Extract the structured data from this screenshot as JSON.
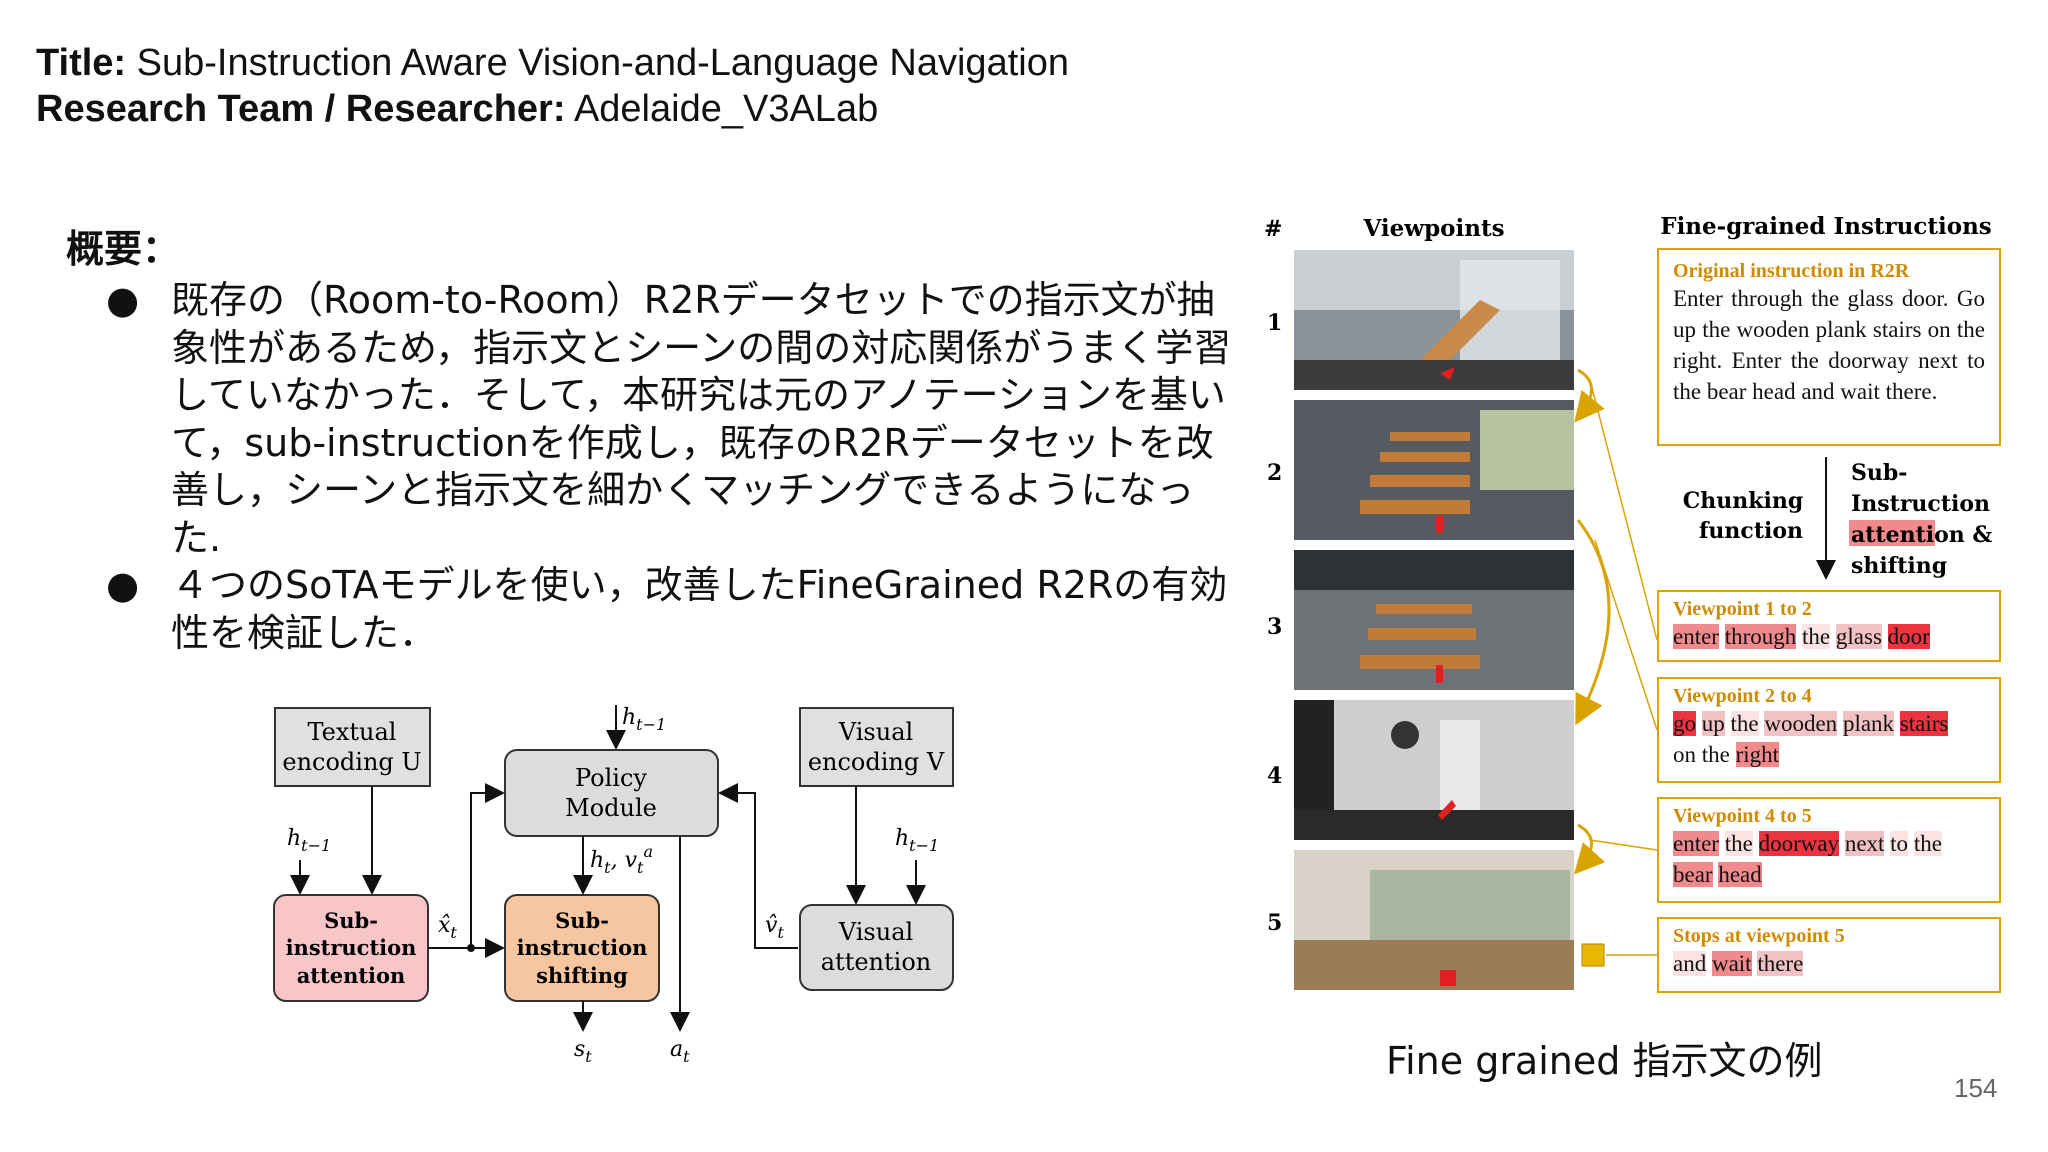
{
  "header": {
    "title_label": "Title:",
    "title_value": " Sub-Instruction Aware Vision-and-Language Navigation",
    "team_label": "Research Team / Researcher:",
    "team_value": " Adelaide_V3ALab"
  },
  "summary": {
    "heading": "概要：",
    "bullets": [
      "既存の（Room-to-Room）R2Rデータセットでの指示文が抽象性があるため，指示文とシーンの間の対応関係がうまく学習していなかった．そして，本研究は元のアノテーションを基いて，sub-instructionを作成し，既存のR2Rデータセットを改善し，シーンと指示文を細かくマッチングできるようになった.",
      "４つのSoTAモデルを使い，改善したFineGrained R2Rの有効性を検証した．"
    ]
  },
  "diagram": {
    "textual_encoding": [
      "Textual",
      "encoding U"
    ],
    "policy_module": [
      "Policy",
      "Module"
    ],
    "visual_encoding": [
      "Visual",
      "encoding V"
    ],
    "sub_attention": [
      "Sub-",
      "instruction",
      "attention"
    ],
    "sub_shifting": [
      "Sub-",
      "instruction",
      "shifting"
    ],
    "visual_attention": [
      "Visual",
      "attention"
    ],
    "h_prev": "h",
    "h_prev_sub": "t−1",
    "x_hat": "x̂",
    "v_hat": "v̂",
    "h_v": "h",
    "s_out": "s",
    "a_out": "a",
    "t_sub": "t"
  },
  "figure": {
    "hash_header": "#",
    "viewpoints_header": "Viewpoints",
    "instructions_header": "Fine-grained Instructions",
    "viewpoint_numbers": [
      "1",
      "2",
      "3",
      "4",
      "5"
    ],
    "original_title": "Original instruction in R2R",
    "original_text": "Enter through the glass door. Go up the wooden plank stairs on the right. Enter the doorway next to the bear head and wait there.",
    "chunking_label": [
      "Chunking",
      "function"
    ],
    "sub_label": [
      "Sub-",
      "Instruction",
      "attention &",
      "shifting"
    ],
    "vp12_title": "Viewpoint 1 to 2",
    "vp12_words": [
      "enter",
      "through",
      "the",
      "glass",
      "door"
    ],
    "vp24_title": "Viewpoint 2 to 4",
    "vp24_words": [
      "go",
      "up",
      "the",
      "wooden",
      "plank",
      "stairs",
      "on",
      "the",
      "right"
    ],
    "vp45_title": "Viewpoint 4 to 5",
    "vp45_words": [
      "enter",
      "the",
      "doorway",
      "next",
      "to",
      "the",
      "bear",
      "head"
    ],
    "stop_title": "Stops at viewpoint 5",
    "stop_words": [
      "and",
      "wait",
      "there"
    ],
    "accent_color": "#d9a400",
    "highlight_color": "#ee3340"
  },
  "caption": "Fine grained 指示文の例",
  "page_number": "154"
}
